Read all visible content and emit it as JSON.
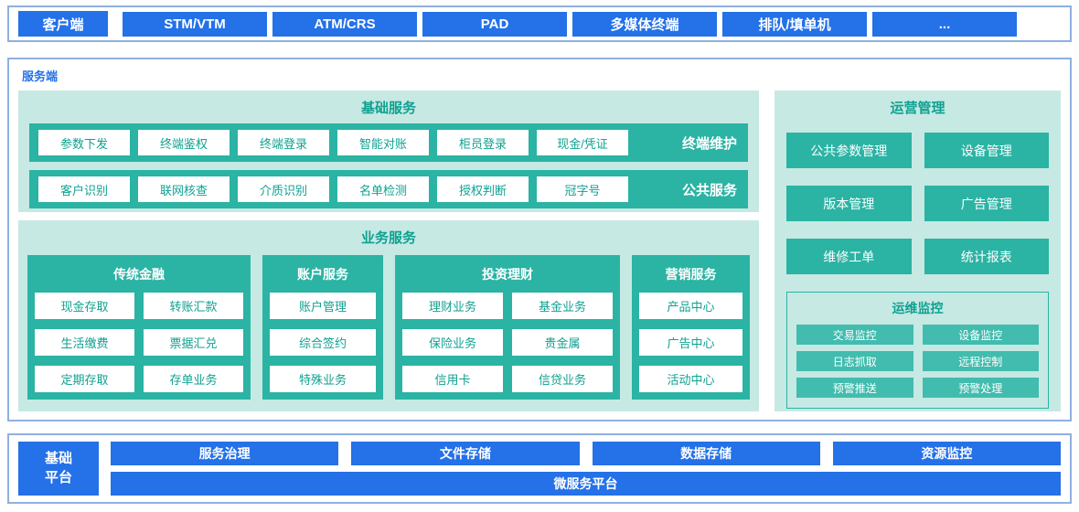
{
  "colors": {
    "blue": "#2471E8",
    "border": "#8FB0E0",
    "teal": "#2BB3A4",
    "teal_light": "#C6E9E3",
    "teal_text": "#0FA191",
    "teal_small": "#41BCAE"
  },
  "client_bar": {
    "label": "客户端",
    "items": [
      "STM/VTM",
      "ATM/CRS",
      "PAD",
      "多媒体终端",
      "排队/填单机",
      "..."
    ]
  },
  "server": {
    "label": "服务端",
    "basic_services": {
      "title": "基础服务",
      "rows": [
        {
          "label": "终端维护",
          "items": [
            "参数下发",
            "终端鉴权",
            "终端登录",
            "智能对账",
            "柜员登录",
            "现金/凭证"
          ]
        },
        {
          "label": "公共服务",
          "items": [
            "客户识别",
            "联网核查",
            "介质识别",
            "名单检测",
            "授权判断",
            "冠字号"
          ]
        }
      ]
    },
    "business_services": {
      "title": "业务服务",
      "groups": [
        {
          "title": "传统金融",
          "items": [
            "现金存取",
            "转账汇款",
            "生活缴费",
            "票据汇兑",
            "定期存取",
            "存单业务"
          ]
        },
        {
          "title": "账户服务",
          "items": [
            "账户管理",
            "综合签约",
            "特殊业务"
          ]
        },
        {
          "title": "投资理财",
          "items": [
            "理财业务",
            "基金业务",
            "保险业务",
            "贵金属",
            "信用卡",
            "信贷业务"
          ]
        },
        {
          "title": "营销服务",
          "items": [
            "产品中心",
            "广告中心",
            "活动中心"
          ]
        }
      ]
    },
    "operations": {
      "title": "运营管理",
      "items": [
        "公共参数管理",
        "设备管理",
        "版本管理",
        "广告管理",
        "维修工单",
        "统计报表"
      ],
      "monitoring": {
        "title": "运维监控",
        "items": [
          "交易监控",
          "设备监控",
          "日志抓取",
          "远程控制",
          "预警推送",
          "预警处理"
        ]
      }
    }
  },
  "platform_bar": {
    "label": "基础平台",
    "items": [
      "服务治理",
      "文件存储",
      "数据存储",
      "资源监控"
    ],
    "bottom_item": "微服务平台"
  }
}
